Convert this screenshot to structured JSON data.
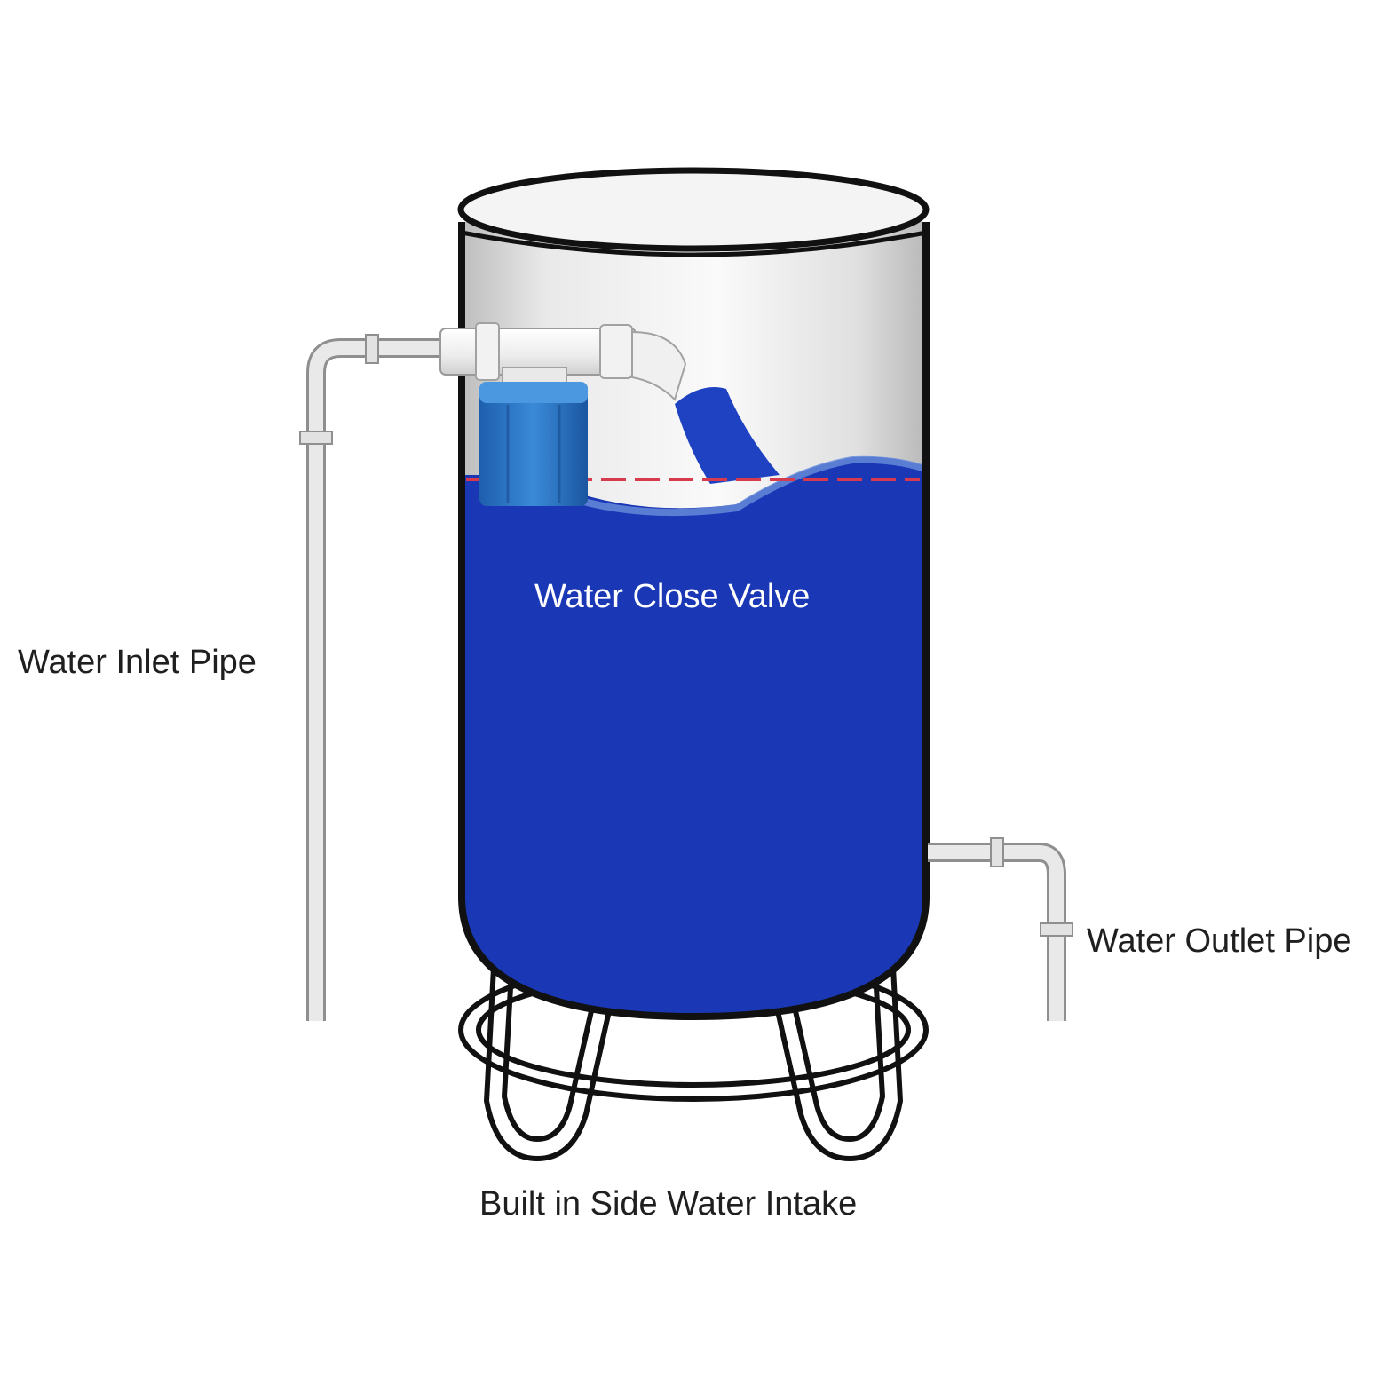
{
  "labels": {
    "inlet_pipe": "Water Inlet Pipe",
    "close_valve": "Water Close Valve",
    "outlet_pipe": "Water Outlet Pipe",
    "side_intake": "Built in Side Water Intake"
  },
  "colors": {
    "water": "#1a38b6",
    "water_light": "#5f86d8",
    "float_ball": "#2a78c9",
    "pipe": "#e6e6e6",
    "pipe_outline": "#8f8f8f",
    "tank_outline": "#111111",
    "tank_interior": "#ededed",
    "water_level_line": "#d83a4d",
    "text_dark": "#1f1f1f",
    "text_light": "#ffffff"
  },
  "icons": {
    "float_valve": "float-valve-icon",
    "stand": "tank-stand-icon"
  }
}
